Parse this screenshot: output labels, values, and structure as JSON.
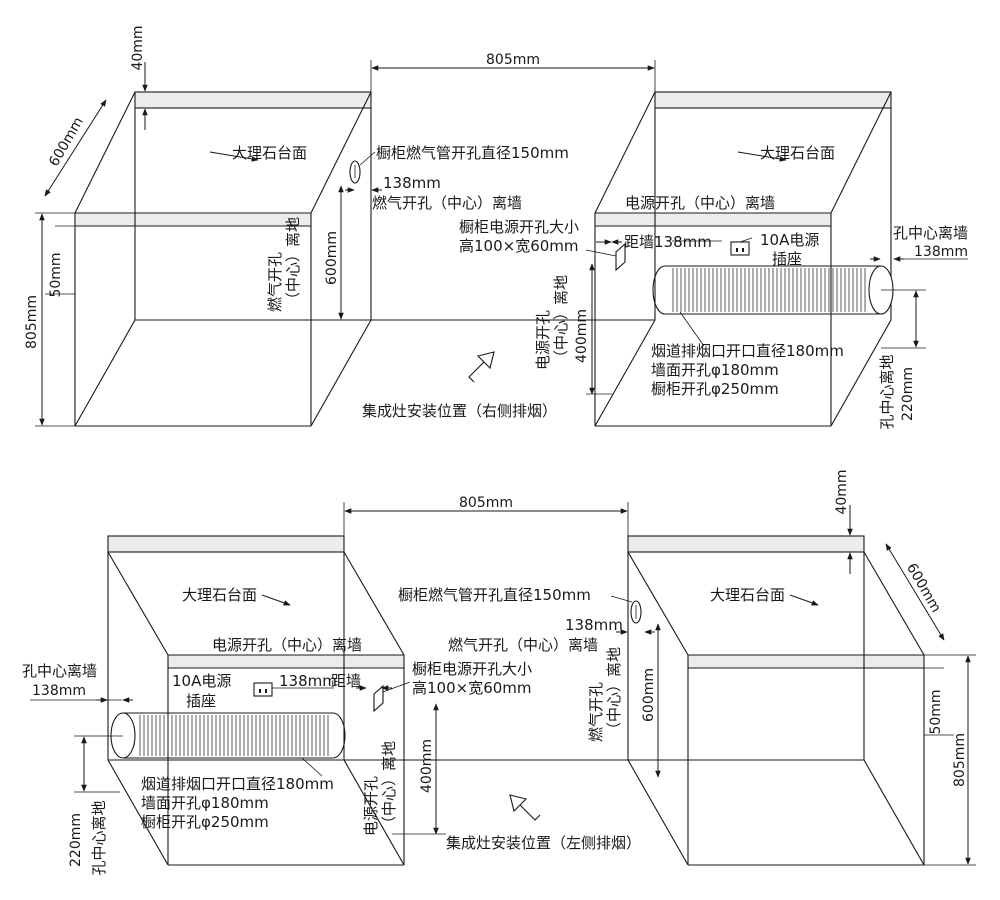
{
  "top_view": {
    "marble_left": "大理石台面",
    "marble_right": "大理石台面",
    "width": "805mm",
    "thickness": "40mm",
    "depth": "600mm",
    "height_total": "805mm",
    "height_50": "50mm",
    "gas_height": "600mm",
    "gas_hole_title": "橱柜燃气管开孔直径150mm",
    "gas_dist": "138mm",
    "gas_hole_center": "燃气开孔（中心）离墙",
    "gas_ground_a": "燃气开孔",
    "gas_ground_b": "（中心）离地",
    "power_hole_title": "电源开孔（中心）离墙",
    "power_size_1": "橱柜电源开孔大小",
    "power_size_2": "高100×宽60mm",
    "power_dist": "距墙138mm",
    "socket_1": "10A电源",
    "socket_2": "插座",
    "hole_wall_label": "孔中心离墙",
    "hole_wall_dist": "138mm",
    "power_ground_a": "电源开孔",
    "power_ground_b": "（中心）离地",
    "power_height": "400mm",
    "flue_1": "烟道排烟口开口直径180mm",
    "flue_2": "墙面开孔φ180mm",
    "flue_3": "橱柜开孔φ250mm",
    "hole_ground": "孔中心离地",
    "hole_ground_dist": "220mm",
    "install": "集成灶安装位置（右侧排烟）"
  },
  "bottom_view": {
    "marble_left": "大理石台面",
    "marble_right": "大理石台面",
    "width": "805mm",
    "thickness": "40mm",
    "depth": "600mm",
    "height_total": "805mm",
    "height_50": "50mm",
    "gas_height": "600mm",
    "gas_hole_title": "橱柜燃气管开孔直径150mm",
    "gas_dist": "138mm",
    "gas_hole_center": "燃气开孔（中心）离墙",
    "gas_ground_a": "燃气开孔",
    "gas_ground_b": "（中心）离地",
    "power_hole_title": "电源开孔（中心）离墙",
    "power_size_1": "橱柜电源开孔大小",
    "power_size_2": "高100×宽60mm",
    "power_dist_a": "138mm",
    "power_dist_b": "距墙",
    "socket_1": "10A电源",
    "socket_2": "插座",
    "hole_wall_label": "孔中心离墙",
    "hole_wall_dist": "138mm",
    "power_ground_a": "电源开孔",
    "power_ground_b": "（中心）离地",
    "power_height": "400mm",
    "flue_1": "烟道排烟口开口直径180mm",
    "flue_2": "墙面开孔φ180mm",
    "flue_3": "橱柜开孔φ250mm",
    "hole_ground": "孔中心离地",
    "hole_ground_dist": "220mm",
    "install": "集成灶安装位置（左侧排烟）"
  }
}
